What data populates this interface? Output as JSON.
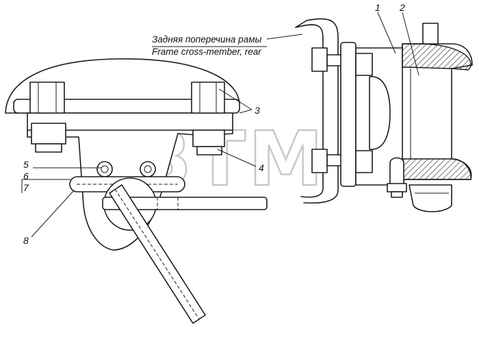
{
  "caption": {
    "line1": "Задняя поперечина рамы",
    "line2": "Frame cross-member, rear"
  },
  "callouts": {
    "n1": "1",
    "n2": "2",
    "n3": "3",
    "n4": "4",
    "n5": "5",
    "n6": "6",
    "n7": "7",
    "n8": "8"
  },
  "watermark": {
    "text": "BTM",
    "registered": "®"
  },
  "colors": {
    "ink": "#1a1a1a",
    "watermark": "#c8c8c8",
    "background": "#ffffff"
  }
}
